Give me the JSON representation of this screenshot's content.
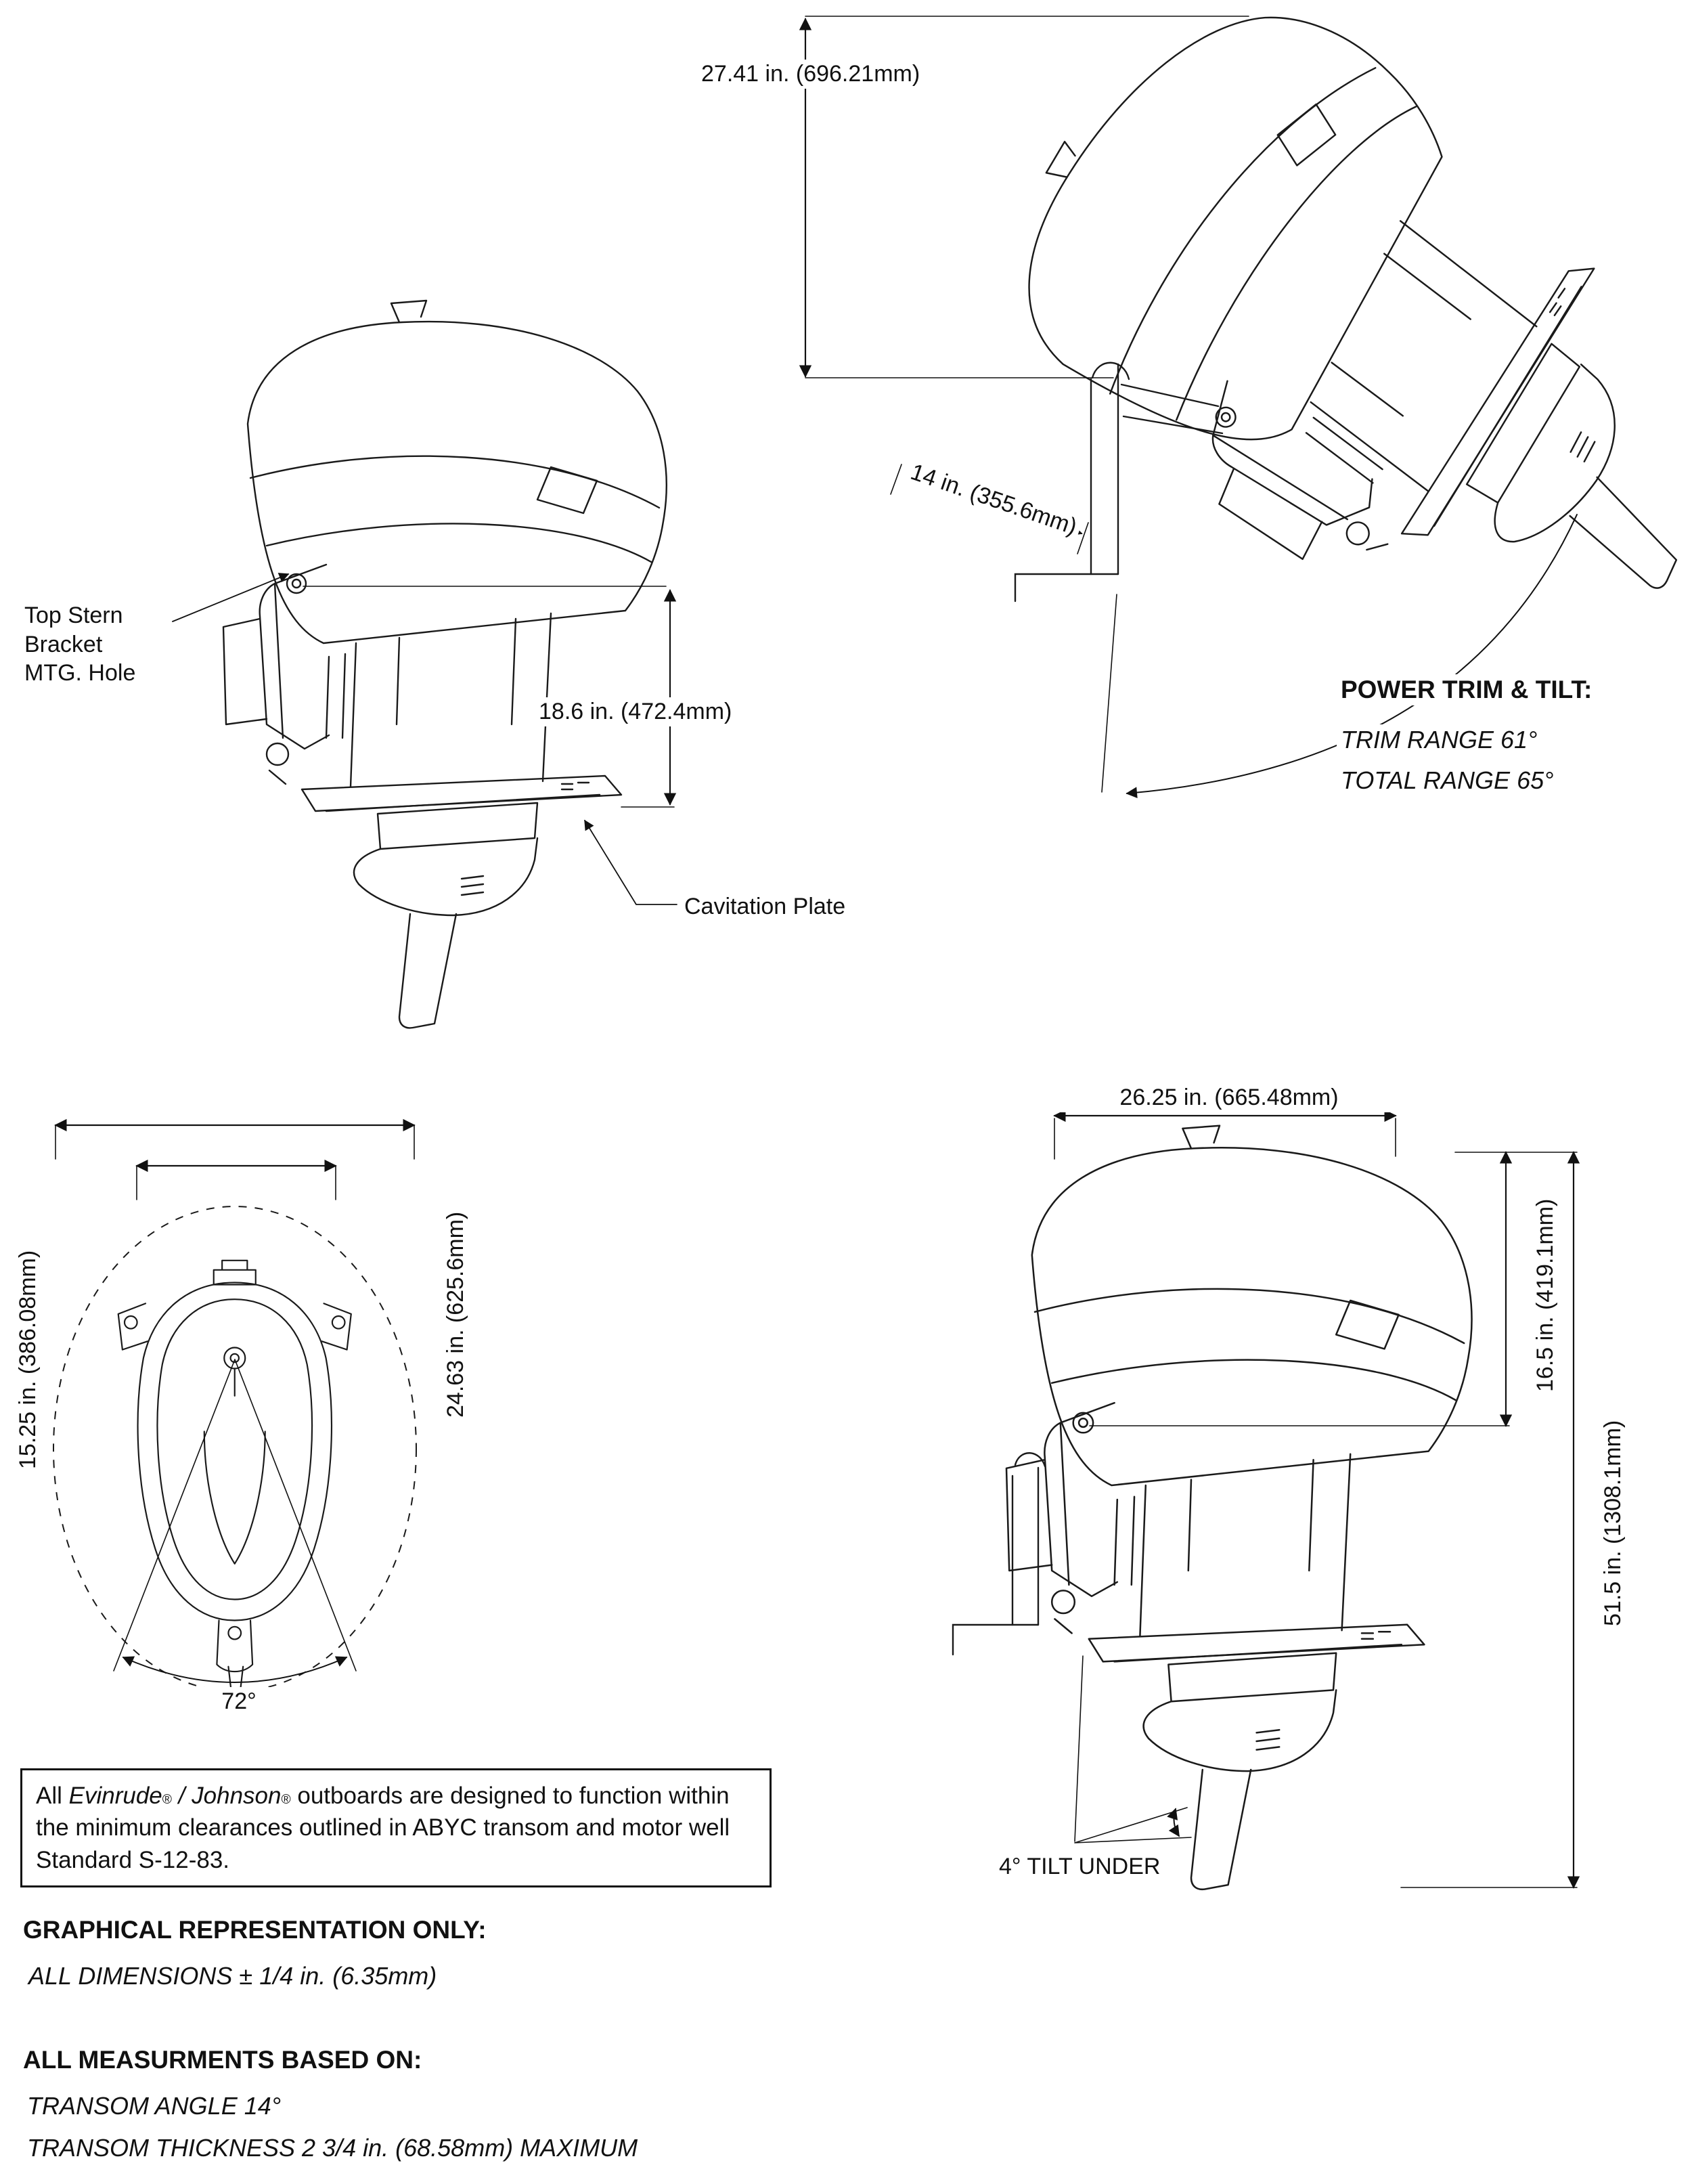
{
  "diagram": {
    "colors": {
      "line": "#1a1a1a",
      "background": "#ffffff"
    },
    "dimensions": {
      "tilted_height": "27.41 in. (696.21mm)",
      "transom_offset": "14 in. (355.6mm)",
      "bracket_to_plate": "18.6 in. (472.4mm)",
      "overall_length": "26.25 in. (665.48mm)",
      "cowl_height": "16.5 in. (419.1mm)",
      "overall_height": "51.5 in. (1308.1mm)",
      "cowl_width": "15.25 in. (386.08mm)",
      "swing_width": "24.63 in. (625.6mm)",
      "steering_angle": "72°",
      "tilt_under": "4° TILT UNDER"
    },
    "callouts": {
      "top_stern_bracket": "Top Stern\nBracket\nMTG. Hole",
      "cavitation_plate": "Cavitation Plate"
    },
    "power_trim": {
      "title": "POWER TRIM & TILT:",
      "trim_range": "TRIM RANGE 61°",
      "total_range": "TOTAL RANGE 65°"
    },
    "notes": {
      "box": {
        "part1": "All ",
        "brand1": "Evinrude",
        "reg1": "®",
        "sep": " / ",
        "brand2": "Johnson",
        "reg2": "®",
        "part2": " outboards are designed to function within the minimum clearances outlined in ABYC transom and motor well Standard S-12-83."
      },
      "graphical_heading": "GRAPHICAL REPRESENTATION ONLY:",
      "tolerance": "ALL DIMENSIONS ± 1/4 in. (6.35mm)",
      "measurements_heading": "ALL MEASURMENTS BASED ON:",
      "transom_angle": "TRANSOM ANGLE 14°",
      "transom_thickness": "TRANSOM THICKNESS 2 3/4 in. (68.58mm) MAXIMUM"
    }
  }
}
